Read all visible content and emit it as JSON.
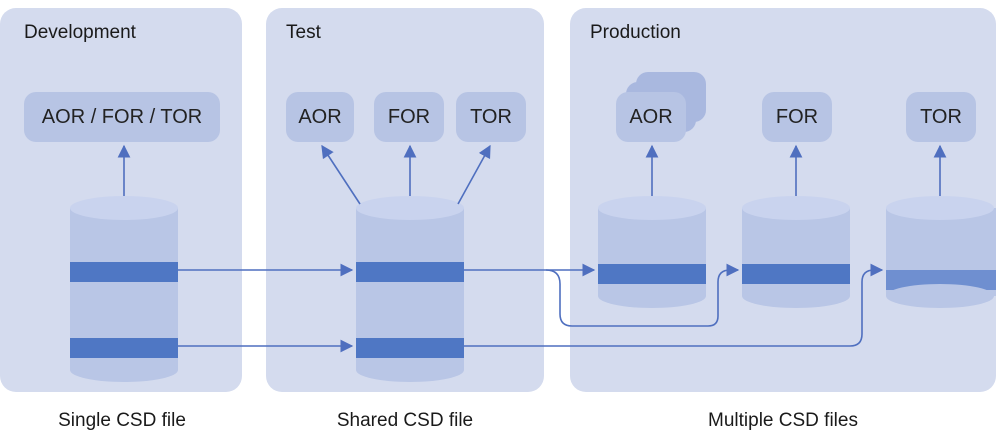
{
  "panels": {
    "development": {
      "title": "Development",
      "caption": "Single CSD file"
    },
    "test": {
      "title": "Test",
      "caption": "Shared CSD file"
    },
    "production": {
      "title": "Production",
      "caption": "Multiple CSD files"
    }
  },
  "regions": {
    "dev_combined": "AOR / FOR / TOR",
    "test_aor": "AOR",
    "test_for": "FOR",
    "test_tor": "TOR",
    "prod_aor": "AOR",
    "prod_for": "FOR",
    "prod_tor": "TOR"
  },
  "colors": {
    "panel": "#d4dbee",
    "region": "#b7c4e4",
    "cylinder": "#b9c6e6",
    "band": "#4f77c4",
    "arrow": "#4f6fbf"
  }
}
